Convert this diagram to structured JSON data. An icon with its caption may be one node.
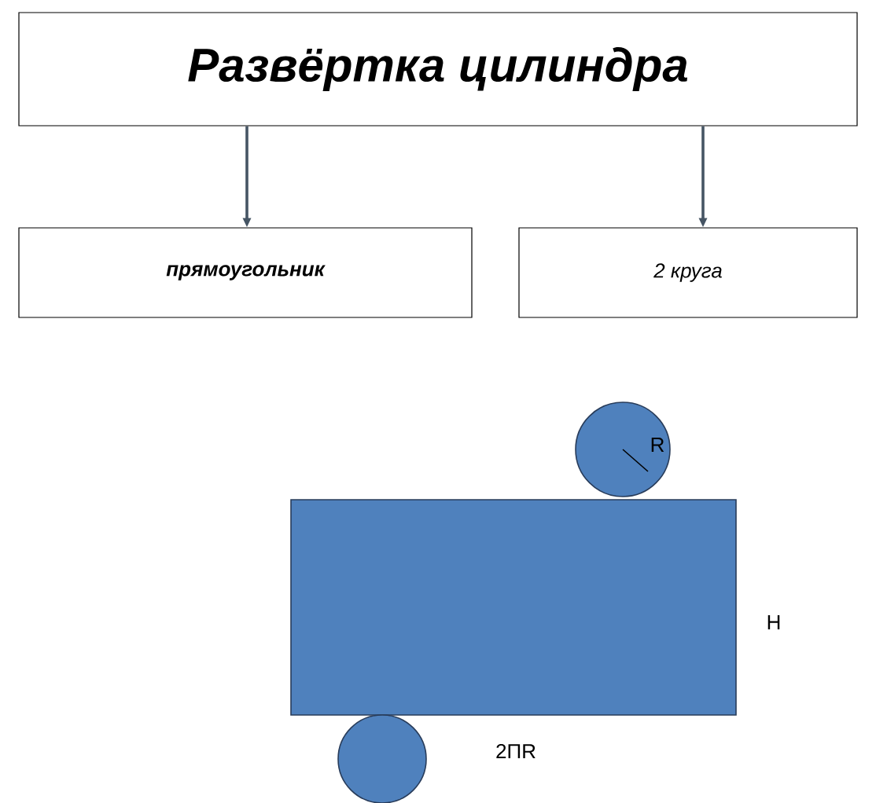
{
  "diagram": {
    "nodes": [
      {
        "text": [
          "Развёртка цилиндра"
        ]
      },
      {
        "text": [
          "прямоугольник"
        ]
      },
      {
        "text": [
          "2 круга"
        ]
      }
    ],
    "edges": [
      {
        "from": 0,
        "to": 1,
        "arrow": "to"
      },
      {
        "from": 0,
        "to": 2,
        "arrow": "to"
      }
    ],
    "labels": [
      "R",
      "H",
      "2ПR"
    ]
  }
}
